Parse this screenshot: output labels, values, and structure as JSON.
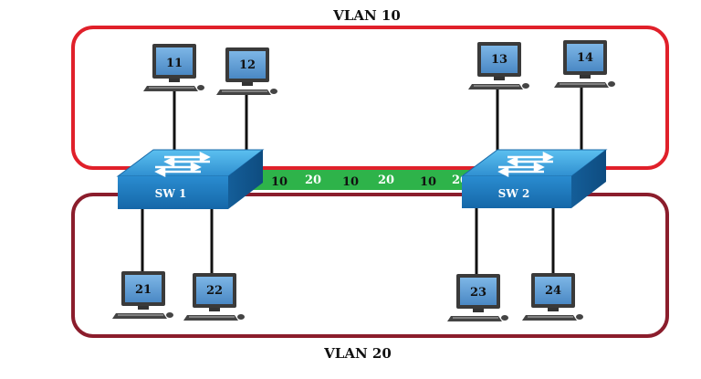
{
  "diagram": {
    "vlan_top": {
      "title": "VLAN 10",
      "color": "#e0202a"
    },
    "vlan_bottom": {
      "title": "VLAN 20",
      "color": "#8b1d2c"
    },
    "switches": {
      "sw1": "SW 1",
      "sw2": "SW 2"
    },
    "pcs": {
      "pc11": "11",
      "pc12": "12",
      "pc13": "13",
      "pc14": "14",
      "pc21": "21",
      "pc22": "22",
      "pc23": "23",
      "pc24": "24"
    },
    "trunk": {
      "color": "#2eb34a",
      "labels": [
        "10",
        "20",
        "10",
        "20",
        "10",
        "20"
      ]
    },
    "colors": {
      "switch_top": "#3fa6e0",
      "switch_front": "#1a7fc6",
      "monitor_screen": "#5d9dd4"
    },
    "icons": [
      "switch-icon",
      "computer-icon"
    ]
  }
}
